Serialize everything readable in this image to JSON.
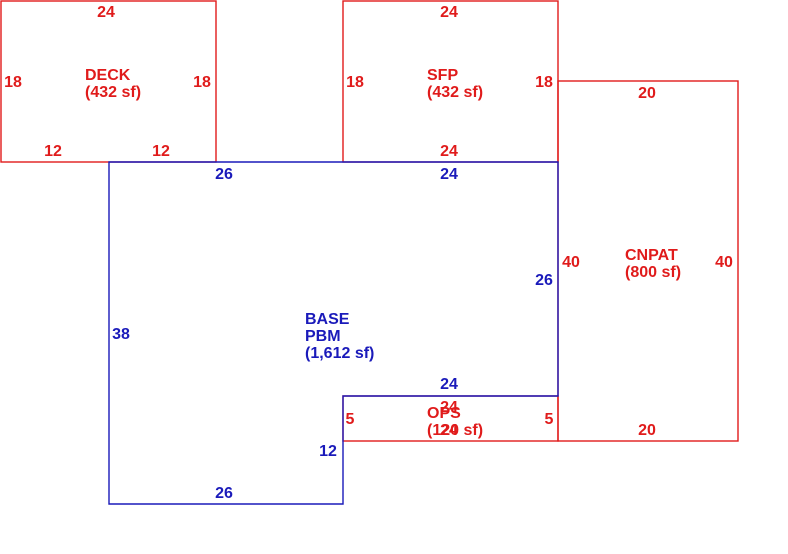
{
  "colors": {
    "addition": "#e01b1b",
    "base": "#1a1aba"
  },
  "areas": {
    "deck": {
      "name": "DECK",
      "area": "(432 sf)"
    },
    "sfp": {
      "name": "SFP",
      "area": "(432 sf)"
    },
    "cnpat": {
      "name": "CNPAT",
      "area": "(800 sf)"
    },
    "base": {
      "name": "BASE",
      "name2": "PBM",
      "area": "(1,612 sf)"
    },
    "ops": {
      "name": "OPS",
      "area": "(120 sf)"
    }
  },
  "dimensions": {
    "deck": {
      "top": "24",
      "left": "18",
      "right": "18",
      "bottom_left": "12",
      "bottom_right": "12"
    },
    "sfp": {
      "top": "24",
      "left": "18",
      "right": "18",
      "bottom": "24"
    },
    "cnpat": {
      "top": "20",
      "left": "40",
      "right": "40",
      "bottom": "20"
    },
    "base": {
      "top_left": "26",
      "top_right": "24",
      "left": "38",
      "right": "26",
      "inner_top": "24",
      "inner_left": "12",
      "bottom": "26"
    },
    "ops": {
      "top": "24",
      "left": "5",
      "right": "5",
      "bottom": "24"
    }
  }
}
